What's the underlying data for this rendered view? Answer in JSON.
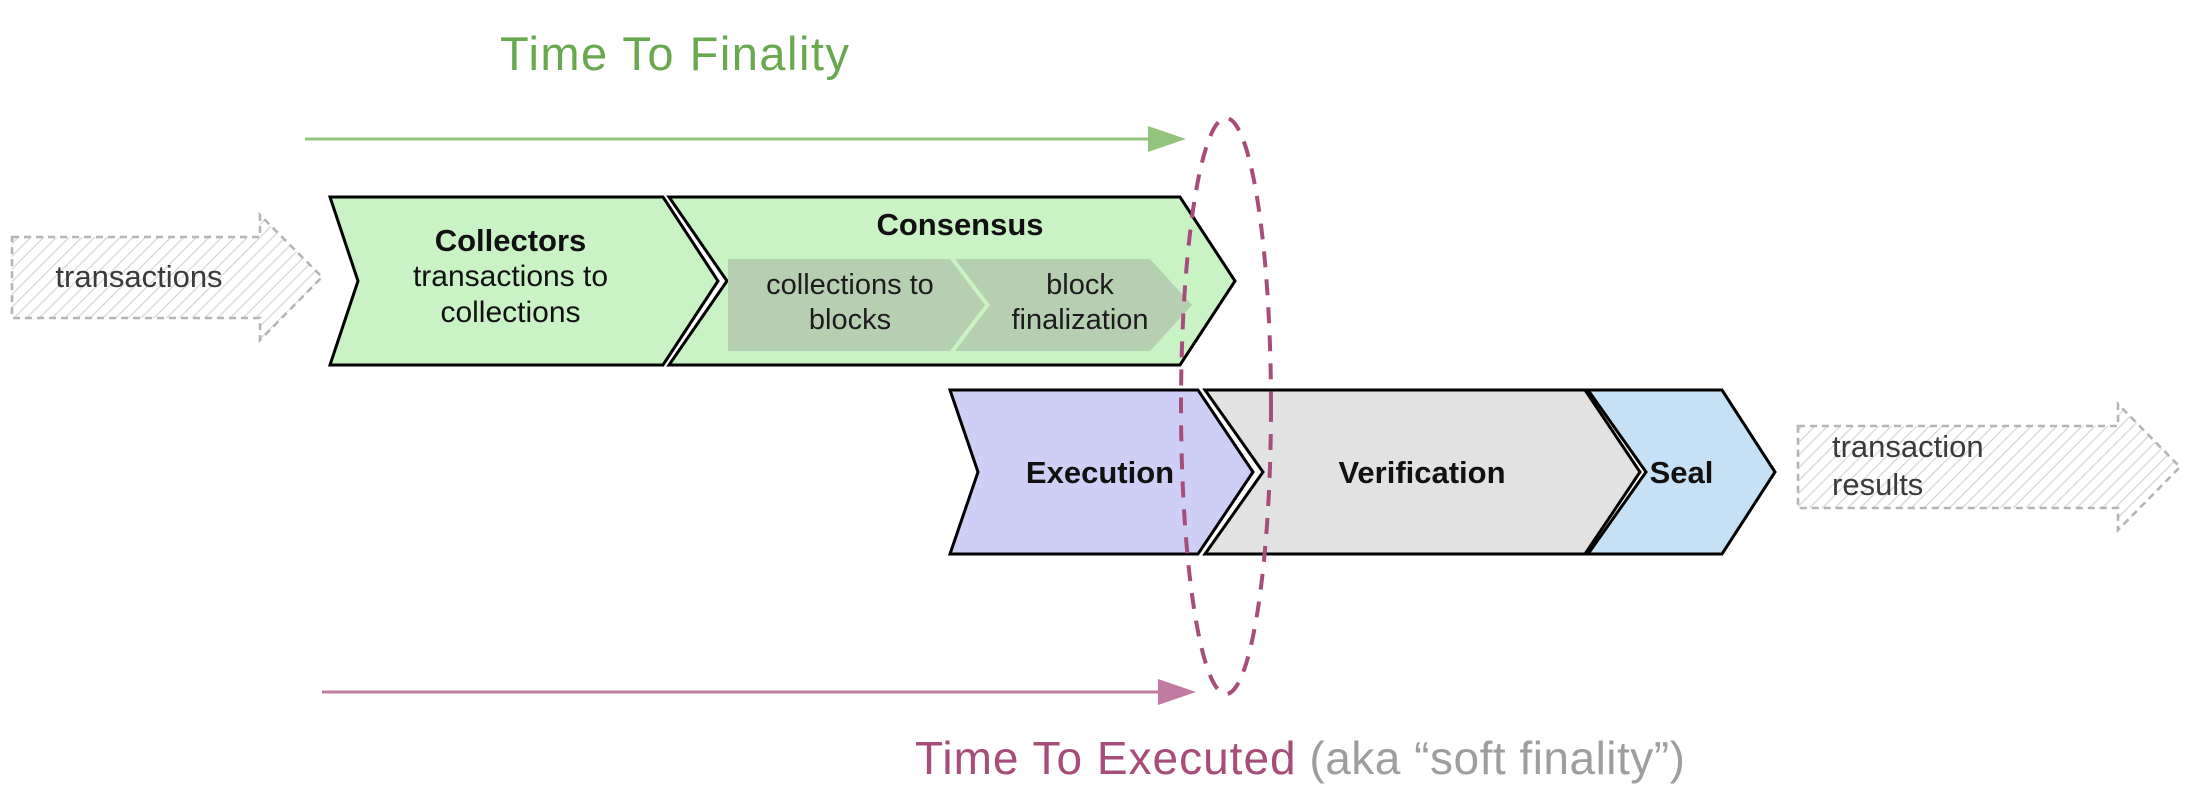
{
  "header": {
    "title": "Time To Finality"
  },
  "footer": {
    "title": "Time To Executed",
    "note": "(aka “soft finality”)"
  },
  "pipeline": {
    "input": {
      "label": "transactions"
    },
    "output": {
      "label": "transaction results"
    },
    "stages": {
      "collectors": {
        "title": "Collectors",
        "subtitle": "transactions to collections"
      },
      "consensus": {
        "title": "Consensus",
        "step1": "collections to blocks",
        "step2": "block finalization"
      },
      "execution": {
        "title": "Execution"
      },
      "verification": {
        "title": "Verification"
      },
      "seal": {
        "title": "Seal"
      }
    }
  },
  "colors": {
    "ttf_green": "#6aa84f",
    "ttf_arrow": "#93c47d",
    "tte_magenta": "#a64d79",
    "tte_arrow": "#c27ba0",
    "note_gray": "#9e9e9e",
    "stage_green": "#c9f2c5",
    "substep_green": "#b7cfb1",
    "execution_purple": "#cfcef5",
    "verification_gray": "#e2e2e2",
    "seal_blue": "#c6e0f5",
    "sketch_stroke": "#b5b5b5",
    "outline_black": "#000000",
    "ellipse_magenta": "#a64d79"
  }
}
